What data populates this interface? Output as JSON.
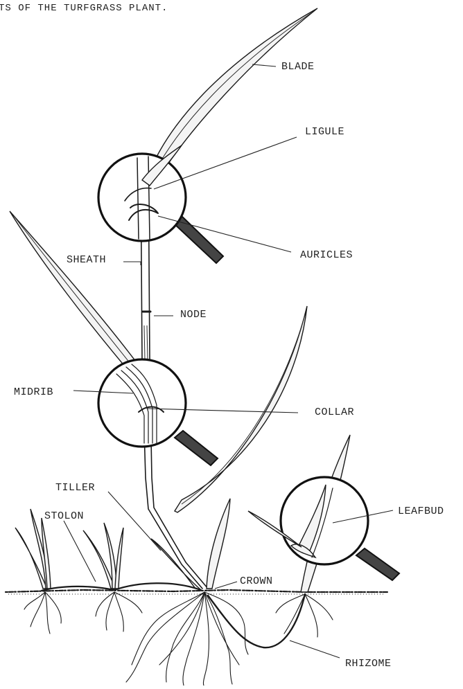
{
  "figure": {
    "title": "TS OF THE TURFGRASS PLANT.",
    "labels": {
      "blade": "BLADE",
      "ligule": "LIGULE",
      "auricles": "AURICLES",
      "sheath": "SHEATH",
      "node": "NODE",
      "midrib": "MIDRIB",
      "collar": "COLLAR",
      "tiller": "TILLER",
      "stolon": "STOLON",
      "leafbud": "LEAFBUD",
      "crown": "CROWN",
      "rhizome": "RHIZOME"
    }
  }
}
